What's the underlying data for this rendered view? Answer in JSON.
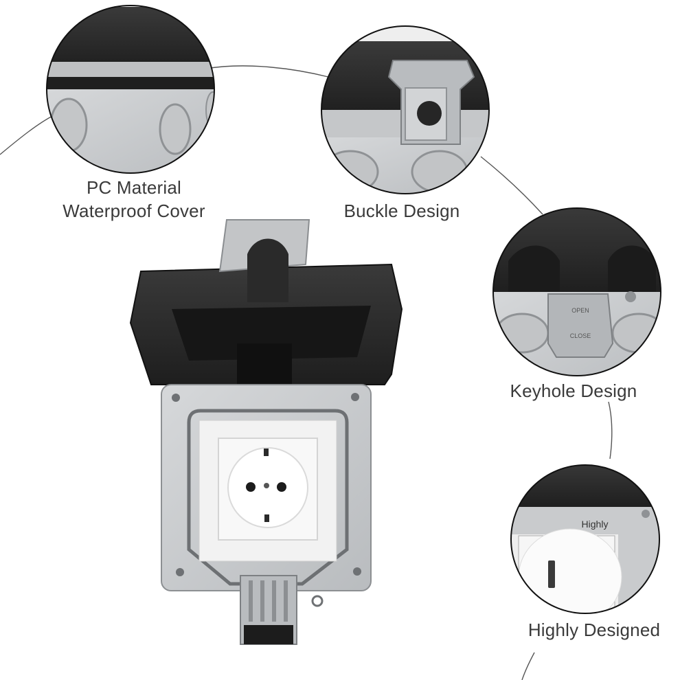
{
  "callouts": {
    "pc_material": {
      "line1": "PC Material",
      "line2": "Waterproof Cover"
    },
    "buckle": {
      "label": "Buckle Design"
    },
    "keyhole": {
      "label": "Keyhole Design",
      "lock_text_top": "OPEN",
      "lock_text_bottom": "CLOSE"
    },
    "highly": {
      "label": "Highly Designed",
      "inset_text": "Highly"
    }
  },
  "colors": {
    "lid_dark": "#2b2b2b",
    "housing_grey": "#c9cbcd",
    "socket_white": "#f4f4f4",
    "connector_line": "#555555"
  }
}
